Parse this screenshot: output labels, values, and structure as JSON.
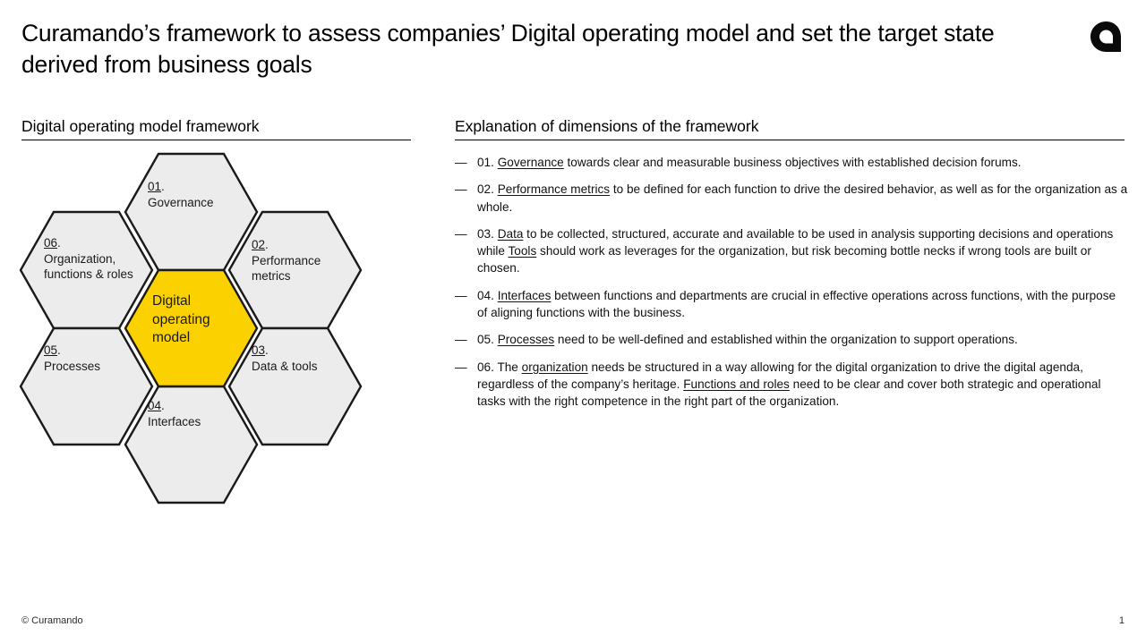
{
  "slide": {
    "title": "Curamando’s framework to assess companies’ Digital operating model and set the target state derived from business goals",
    "footer_copyright": "© Curamando",
    "page_number": "1",
    "logo_name": "curamando-logo"
  },
  "sections": {
    "left_heading": "Digital operating model framework",
    "right_heading": "Explanation of dimensions of the framework"
  },
  "colors": {
    "accent_yellow": "#FBD200",
    "hex_gray": "#ECECEC",
    "hex_stroke": "#1A1A1A",
    "text": "#000000"
  },
  "diagram": {
    "center": {
      "label": "Digital operating model",
      "fill": "#FBD200"
    },
    "hexes": [
      {
        "id": "01",
        "num": "01",
        "title": "Governance",
        "fill": "#ECECEC"
      },
      {
        "id": "02",
        "num": "02",
        "title": "Performance metrics",
        "fill": "#ECECEC"
      },
      {
        "id": "03",
        "num": "03",
        "title": "Data & tools",
        "fill": "#ECECEC"
      },
      {
        "id": "04",
        "num": "04",
        "title": "Interfaces",
        "fill": "#ECECEC"
      },
      {
        "id": "05",
        "num": "05",
        "title": "Processes",
        "fill": "#ECECEC"
      },
      {
        "id": "06",
        "num": "06",
        "title": "Organization, functions & roles",
        "fill": "#ECECEC"
      }
    ]
  },
  "explanations": {
    "bullet": "—",
    "items": [
      {
        "num": "01.",
        "parts": [
          {
            "text": "Governance",
            "underline": true
          },
          {
            "text": " towards clear and measurable business objectives with established decision forums.",
            "underline": false
          }
        ]
      },
      {
        "num": "02.",
        "parts": [
          {
            "text": "Performance metrics",
            "underline": true
          },
          {
            "text": " to be defined for each function to drive the desired behavior, as well as for the organization as a whole.",
            "underline": false
          }
        ]
      },
      {
        "num": "03.",
        "parts": [
          {
            "text": "Data",
            "underline": true
          },
          {
            "text": " to be collected, structured, accurate and available to be used in analysis supporting decisions and operations while ",
            "underline": false
          },
          {
            "text": "Tools",
            "underline": true
          },
          {
            "text": " should work as leverages for the organization, but risk becoming bottle necks if wrong tools are built or chosen.",
            "underline": false
          }
        ]
      },
      {
        "num": "04.",
        "parts": [
          {
            "text": "Interfaces",
            "underline": true
          },
          {
            "text": " between functions and departments are crucial in effective operations across functions, with the purpose of aligning functions with the business.",
            "underline": false
          }
        ]
      },
      {
        "num": "05.",
        "parts": [
          {
            "text": "Processes",
            "underline": true
          },
          {
            "text": " need to be well-defined and established within the organization to support operations.",
            "underline": false
          }
        ]
      },
      {
        "num": "06.",
        "parts": [
          {
            "text": "The ",
            "underline": false
          },
          {
            "text": "organization",
            "underline": true
          },
          {
            "text": " needs be structured in a way allowing for the digital organization to drive the digital agenda, regardless of the company’s heritage. ",
            "underline": false
          },
          {
            "text": "Functions and roles",
            "underline": true
          },
          {
            "text": " need to be clear and cover both strategic and operational tasks with the right competence in the right part of the organization.",
            "underline": false
          }
        ]
      }
    ]
  }
}
